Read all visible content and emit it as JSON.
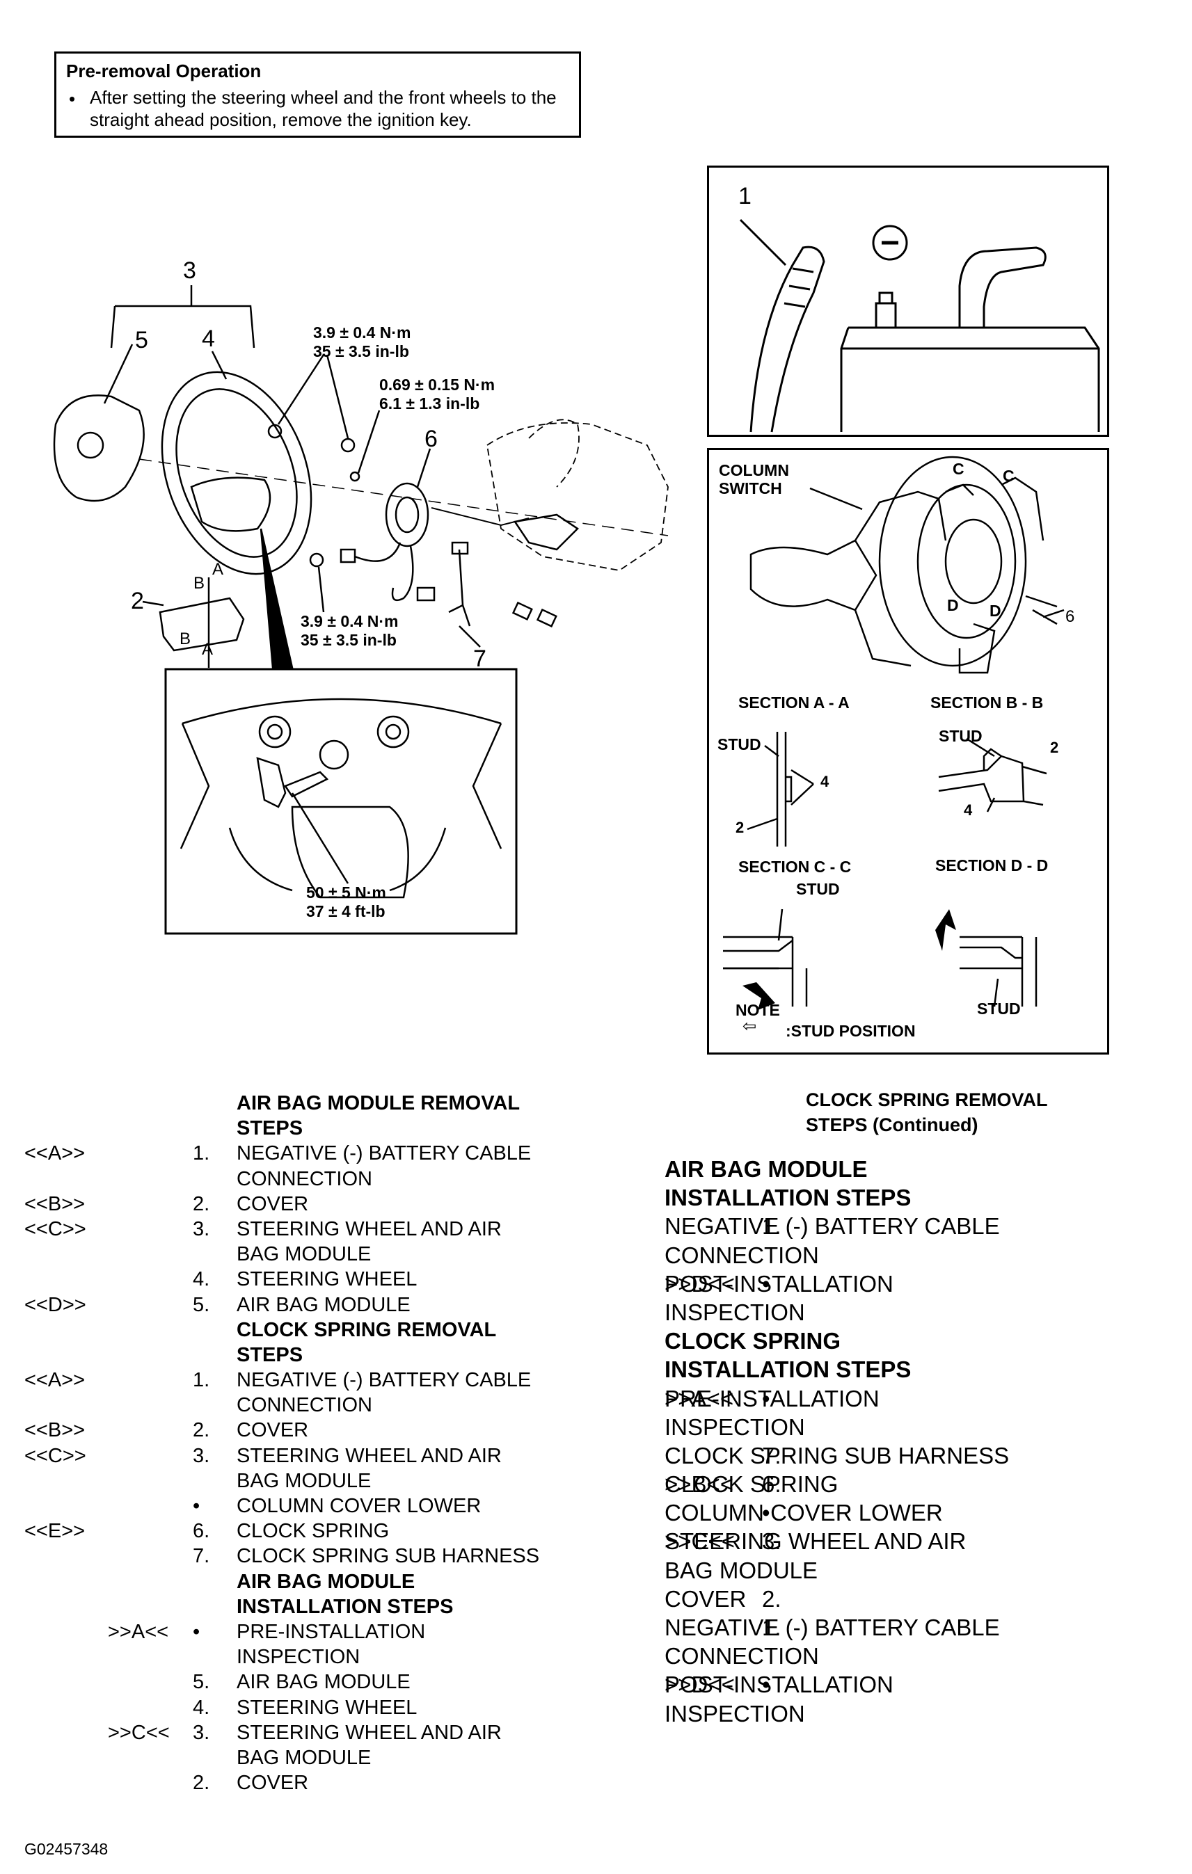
{
  "pre_removal": {
    "title": "Pre-removal Operation",
    "bullet_line1": "After setting the steering wheel and the front wheels to the",
    "bullet_line2": "straight ahead position, remove the ignition key."
  },
  "main_diagram": {
    "callout_3": "3",
    "callout_4": "4",
    "callout_5": "5",
    "callout_6": "6",
    "callout_7": "7",
    "callout_2": "2",
    "section_a1": "A",
    "section_b1": "B",
    "section_b2": "B",
    "section_a2": "A",
    "torque_top_nm": "3.9 ± 0.4 N·m",
    "torque_top_inlb": "35 ± 3.5 in-lb",
    "torque_small_nm": "0.69 ± 0.15 N·m",
    "torque_small_inlb": "6.1 ± 1.3 in-lb",
    "torque_bottom_nm": "3.9 ± 0.4 N·m",
    "torque_bottom_inlb": "35 ± 3.5 in-lb",
    "inset_torque_nm": "50 ± 5 N·m",
    "inset_torque_ftlb": "37 ± 4 ft-lb"
  },
  "battery_panel": {
    "callout_1": "1"
  },
  "sections_panel": {
    "column_switch_line1": "COLUMN",
    "column_switch_line2": "SWITCH",
    "label_c1": "C",
    "label_c2": "C",
    "label_d1": "D",
    "label_d2": "D",
    "callout_6": "6",
    "section_aa": "SECTION A - A",
    "section_bb": "SECTION B - B",
    "stud_aa": "STUD",
    "stud_bb": "STUD",
    "aa_4": "4",
    "aa_2": "2",
    "bb_2": "2",
    "bb_4": "4",
    "section_cc": "SECTION C - C",
    "section_dd": "SECTION D - D",
    "stud_cc": "STUD",
    "stud_dd": "STUD",
    "note": "NOTE",
    "note_arrow": "⇦",
    "note_text": ":STUD POSITION"
  },
  "left_column": [
    {
      "code": "",
      "num": "",
      "text": "AIR BAG MODULE REMOVAL",
      "bold": true
    },
    {
      "code": "",
      "num": "",
      "text": "STEPS",
      "bold": true
    },
    {
      "code": "<<A>>",
      "num": "1.",
      "text": "NEGATIVE (-) BATTERY CABLE"
    },
    {
      "code": "",
      "num": "",
      "text": "CONNECTION"
    },
    {
      "code": "<<B>>",
      "num": "2.",
      "text": "COVER"
    },
    {
      "code": "<<C>>",
      "num": "3.",
      "text": "STEERING WHEEL AND AIR"
    },
    {
      "code": "",
      "num": "",
      "text": "BAG MODULE"
    },
    {
      "code": "",
      "num": "4.",
      "text": "STEERING WHEEL"
    },
    {
      "code": "<<D>>",
      "num": "5.",
      "text": "AIR BAG MODULE"
    },
    {
      "code": "",
      "num": "",
      "text": "CLOCK SPRING REMOVAL",
      "bold": true
    },
    {
      "code": "",
      "num": "",
      "text": "STEPS",
      "bold": true
    },
    {
      "code": "<<A>>",
      "num": "1.",
      "text": "NEGATIVE (-) BATTERY CABLE"
    },
    {
      "code": "",
      "num": "",
      "text": "CONNECTION"
    },
    {
      "code": "<<B>>",
      "num": "2.",
      "text": "COVER"
    },
    {
      "code": "<<C>>",
      "num": "3.",
      "text": "STEERING WHEEL AND AIR"
    },
    {
      "code": "",
      "num": "",
      "text": "BAG MODULE"
    },
    {
      "code": "",
      "num": "•",
      "text": "COLUMN COVER LOWER"
    },
    {
      "code": "<<E>>",
      "num": "6.",
      "text": "CLOCK SPRING"
    },
    {
      "code": "",
      "num": "7.",
      "text": "CLOCK SPRING SUB HARNESS"
    },
    {
      "code": "",
      "num": "",
      "text": "AIR BAG MODULE",
      "bold": true
    },
    {
      "code": "",
      "num": "",
      "text": "INSTALLATION STEPS",
      "bold": true
    },
    {
      "code": ">>A<<",
      "num": "•",
      "text": "PRE-INSTALLATION",
      "indent": true
    },
    {
      "code": "",
      "num": "",
      "text": "INSPECTION"
    },
    {
      "code": "",
      "num": "5.",
      "text": "AIR BAG MODULE"
    },
    {
      "code": "",
      "num": "4.",
      "text": "STEERING WHEEL"
    },
    {
      "code": ">>C<<",
      "num": "3.",
      "text": "STEERING WHEEL AND AIR",
      "indent": true
    },
    {
      "code": "",
      "num": "",
      "text": "BAG MODULE"
    },
    {
      "code": "",
      "num": "2.",
      "text": "COVER"
    }
  ],
  "right_column": {
    "header_line1": "CLOCK SPRING REMOVAL",
    "header_line2": "STEPS (Continued)",
    "rows": [
      {
        "code": "",
        "num": "",
        "text": "AIR BAG MODULE",
        "bold": true
      },
      {
        "code": "",
        "num": "",
        "text": "INSTALLATION STEPS",
        "bold": true
      },
      {
        "code": "",
        "num": "1.",
        "text": "NEGATIVE (-) BATTERY CABLE"
      },
      {
        "code": "",
        "num": "",
        "text": "CONNECTION"
      },
      {
        "code": ">>D<<",
        "num": "•",
        "text": "POST-INSTALLATION"
      },
      {
        "code": "",
        "num": "",
        "text": "INSPECTION"
      },
      {
        "code": "",
        "num": "",
        "text": "CLOCK SPRING",
        "bold": true
      },
      {
        "code": "",
        "num": "",
        "text": "INSTALLATION STEPS",
        "bold": true
      },
      {
        "code": ">>A<<",
        "num": "•",
        "text": "PRE-INSTALLATION"
      },
      {
        "code": "",
        "num": "",
        "text": "INSPECTION"
      },
      {
        "code": "",
        "num": "7.",
        "text": "CLOCK SPRING SUB HARNESS"
      },
      {
        "code": ">>B<<",
        "num": "6.",
        "text": "CLOCK SPRING"
      },
      {
        "code": "",
        "num": "•",
        "text": "COLUMN COVER LOWER"
      },
      {
        "code": ">>C<<",
        "num": "3.",
        "text": "STEERING WHEEL AND AIR"
      },
      {
        "code": "",
        "num": "",
        "text": "BAG MODULE"
      },
      {
        "code": "",
        "num": "2.",
        "text": "COVER"
      },
      {
        "code": "",
        "num": "1.",
        "text": "NEGATIVE (-) BATTERY CABLE"
      },
      {
        "code": "",
        "num": "",
        "text": "CONNECTION"
      },
      {
        "code": ">>D<<",
        "num": "•",
        "text": "POST-INSTALLATION"
      },
      {
        "code": "",
        "num": "",
        "text": "INSPECTION"
      }
    ]
  },
  "figure_id": "G02457348"
}
